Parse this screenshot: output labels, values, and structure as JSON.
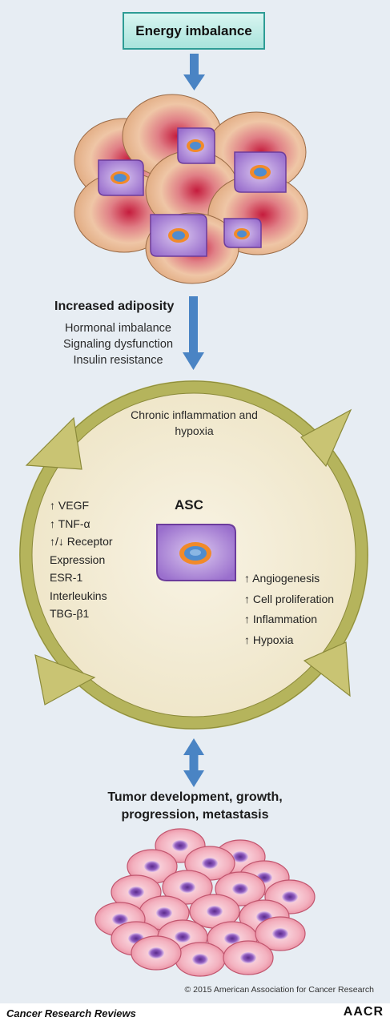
{
  "top_box": "Energy imbalance",
  "adiposity": {
    "title": "Increased adiposity",
    "items": [
      "Hormonal imbalance",
      "Signaling dysfunction",
      "Insulin resistance"
    ]
  },
  "cycle": {
    "top_text": "Chronic inflammation and hypoxia",
    "center_label": "ASC",
    "left_items": [
      "↑ VEGF",
      "↑ TNF-α",
      "↑/↓ Receptor",
      "Expression",
      "ESR-1",
      "Interleukins",
      "TBG-β1"
    ],
    "right_items": [
      "↑ Angiogenesis",
      "↑ Cell proliferation",
      "↑ Inflammation",
      "↑ Hypoxia"
    ]
  },
  "outcome": "Tumor development, growth, progression, metastasis",
  "footer": {
    "copyright": "© 2015 American Association for Cancer Research",
    "journal": "Cancer Research Reviews",
    "logo_text": "AACR"
  },
  "colors": {
    "panel_bg": "#e7edf3",
    "arrow_blue": "#4a84c4",
    "ring": "#b5b45c",
    "cycle_fill": "#f4eedc",
    "adipocyte": "#e6b48e",
    "asc_cell": "#b896d8",
    "tumor_cell": "#f0a6b4"
  }
}
